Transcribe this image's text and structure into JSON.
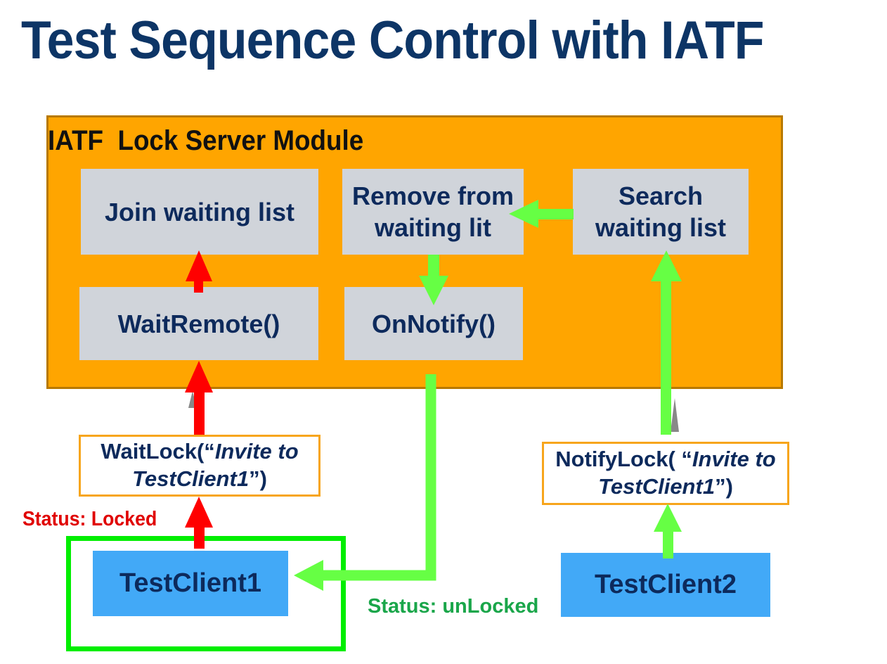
{
  "title": "Test Sequence Control with IATF",
  "module": {
    "title": "IATF  Lock Server Module",
    "boxes": {
      "join": "Join waiting list",
      "remove_line1": "Remove from",
      "remove_line2": "waiting lit",
      "search_line1": "Search",
      "search_line2": "waiting list",
      "wait_remote": "WaitRemote()",
      "on_notify": "OnNotify()"
    }
  },
  "calls": {
    "wait_lock": {
      "prefix": "WaitLock(“",
      "italic1": "Invite to",
      "italic2": "TestClient1",
      "suffix": "”)"
    },
    "notify_lock": {
      "prefix": "NotifyLock( “",
      "italic1": "Invite to",
      "italic2": "TestClient1",
      "suffix": "”)"
    }
  },
  "clients": {
    "client1": "TestClient1",
    "client2": "TestClient2"
  },
  "status": {
    "locked": "Status: Locked",
    "unlocked": "Status: unLocked"
  },
  "colors": {
    "red_arrow": "#ff0000",
    "green_arrow": "#66ff44",
    "module_fill": "#ffa500",
    "box_fill": "#d0d4da",
    "client_fill": "#42a9f7",
    "title_color": "#0d3566"
  }
}
